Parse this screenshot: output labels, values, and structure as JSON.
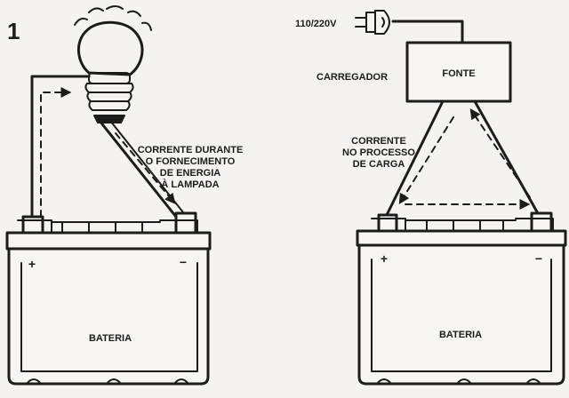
{
  "figure": {
    "number": "1",
    "left": {
      "current_label": [
        "CORRENTE DURANTE",
        "O FORNECIMENTO",
        "DE ENERGIA",
        "À LAMPADA"
      ],
      "plus": "+",
      "minus": "−",
      "battery_label": "BATERIA"
    },
    "right": {
      "voltage_label": "110/220V",
      "charger_label": "CARREGADOR",
      "source_label": "FONTE",
      "current_label": [
        "CORRENTE",
        "NO PROCESSO",
        "DE CARGA"
      ],
      "plus": "+",
      "minus": "−",
      "battery_label": "BATERIA"
    }
  }
}
